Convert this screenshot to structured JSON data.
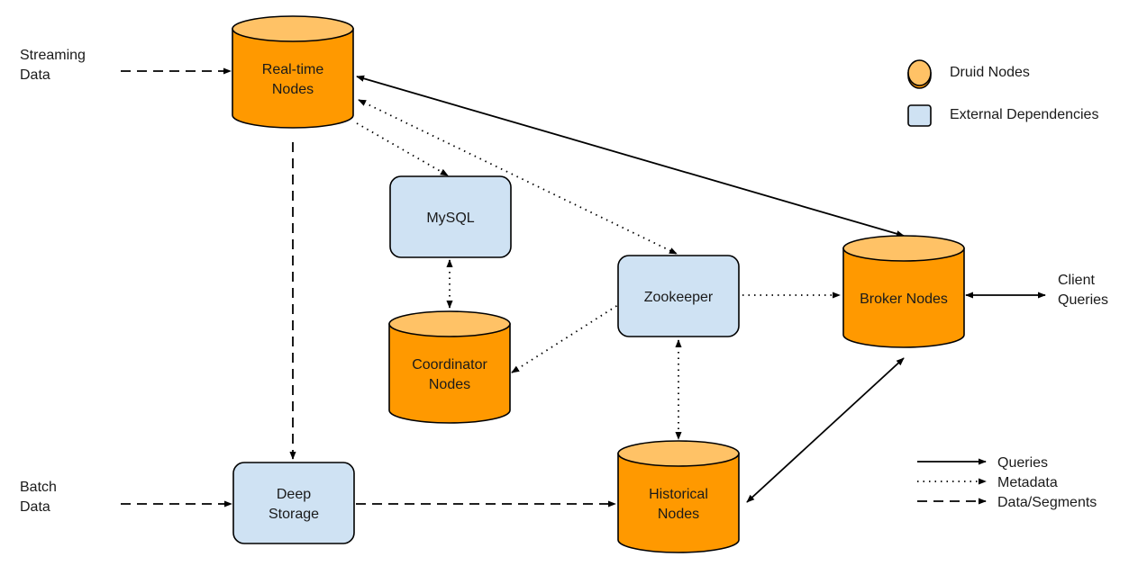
{
  "inputs": {
    "streaming": [
      "Streaming",
      "Data"
    ],
    "batch": [
      "Batch",
      "Data"
    ],
    "client": [
      "Client",
      "Queries"
    ]
  },
  "nodes": {
    "realtime": {
      "kind": "druid",
      "lines": [
        "Real-time",
        "Nodes"
      ]
    },
    "mysql": {
      "kind": "external",
      "lines": [
        "MySQL"
      ]
    },
    "coordinator": {
      "kind": "druid",
      "lines": [
        "Coordinator",
        "Nodes"
      ]
    },
    "zookeeper": {
      "kind": "external",
      "lines": [
        "Zookeeper"
      ]
    },
    "broker": {
      "kind": "druid",
      "lines": [
        "Broker Nodes"
      ]
    },
    "deep_storage": {
      "kind": "external",
      "lines": [
        "Deep",
        "Storage"
      ]
    },
    "historical": {
      "kind": "druid",
      "lines": [
        "Historical",
        "Nodes"
      ]
    }
  },
  "legend_nodes": [
    {
      "kind": "druid",
      "label": "Druid Nodes"
    },
    {
      "kind": "external",
      "label": "External Dependencies"
    }
  ],
  "legend_edges": [
    {
      "style": "solid",
      "label": "Queries"
    },
    {
      "style": "dotted",
      "label": "Metadata"
    },
    {
      "style": "dashed",
      "label": "Data/Segments"
    }
  ],
  "edges": [
    {
      "from": "streaming",
      "to": "realtime",
      "style": "dashed"
    },
    {
      "from": "batch",
      "to": "deep_storage",
      "style": "dashed"
    },
    {
      "from": "realtime",
      "to": "deep_storage",
      "style": "dashed"
    },
    {
      "from": "deep_storage",
      "to": "historical",
      "style": "dashed"
    },
    {
      "from": "realtime",
      "to": "broker",
      "style": "solid",
      "bidirectional": true
    },
    {
      "from": "historical",
      "to": "broker",
      "style": "solid",
      "bidirectional": true
    },
    {
      "from": "broker",
      "to": "client",
      "style": "solid",
      "bidirectional": true
    },
    {
      "from": "realtime",
      "to": "mysql",
      "style": "dotted"
    },
    {
      "from": "realtime",
      "to": "zookeeper",
      "style": "dotted",
      "bidirectional": true
    },
    {
      "from": "mysql",
      "to": "coordinator",
      "style": "dotted",
      "bidirectional": true
    },
    {
      "from": "coordinator",
      "to": "zookeeper",
      "style": "dotted",
      "bidirectional": true
    },
    {
      "from": "zookeeper",
      "to": "broker",
      "style": "dotted"
    },
    {
      "from": "zookeeper",
      "to": "historical",
      "style": "dotted",
      "bidirectional": true
    }
  ],
  "colors": {
    "druid_body": "#ff9900",
    "druid_top": "#ffc266",
    "external": "#cfe2f3",
    "stroke": "#000000"
  }
}
